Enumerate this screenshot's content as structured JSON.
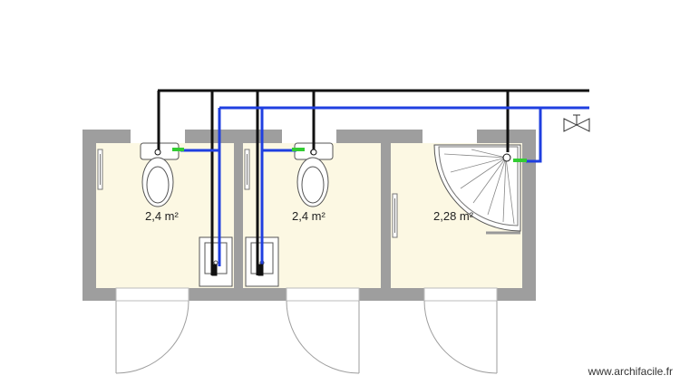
{
  "rooms": [
    {
      "area": "2,4 m²"
    },
    {
      "area": "2,4 m²"
    },
    {
      "area": "2,28 m²"
    }
  ],
  "colors": {
    "floor": "#fcf8e3",
    "wall": "#9e9e9e",
    "drain_pipe": "#111111",
    "water_pipe": "#1f3fe0",
    "connector": "#33cc33"
  },
  "watermark": "www.archifacile.fr"
}
